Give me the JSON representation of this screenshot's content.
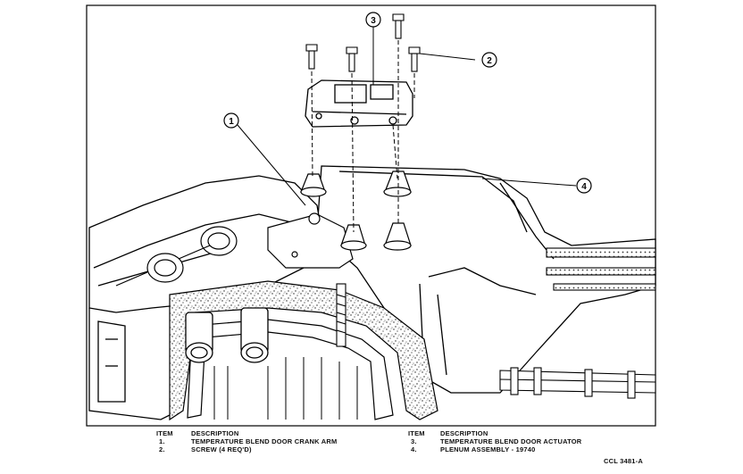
{
  "callouts": [
    "1",
    "2",
    "3",
    "4"
  ],
  "legend": {
    "item_header": "ITEM",
    "description_header": "DESCRIPTION",
    "left": [
      {
        "item": "1.",
        "description": "TEMPERATURE BLEND DOOR CRANK ARM"
      },
      {
        "item": "2.",
        "description": "SCREW (4 REQ'D)"
      }
    ],
    "right": [
      {
        "item": "3.",
        "description": "TEMPERATURE BLEND DOOR ACTUATOR"
      },
      {
        "item": "4.",
        "description": "PLENUM ASSEMBLY - 19740"
      }
    ]
  },
  "figure_code": "CCL 3481-A"
}
